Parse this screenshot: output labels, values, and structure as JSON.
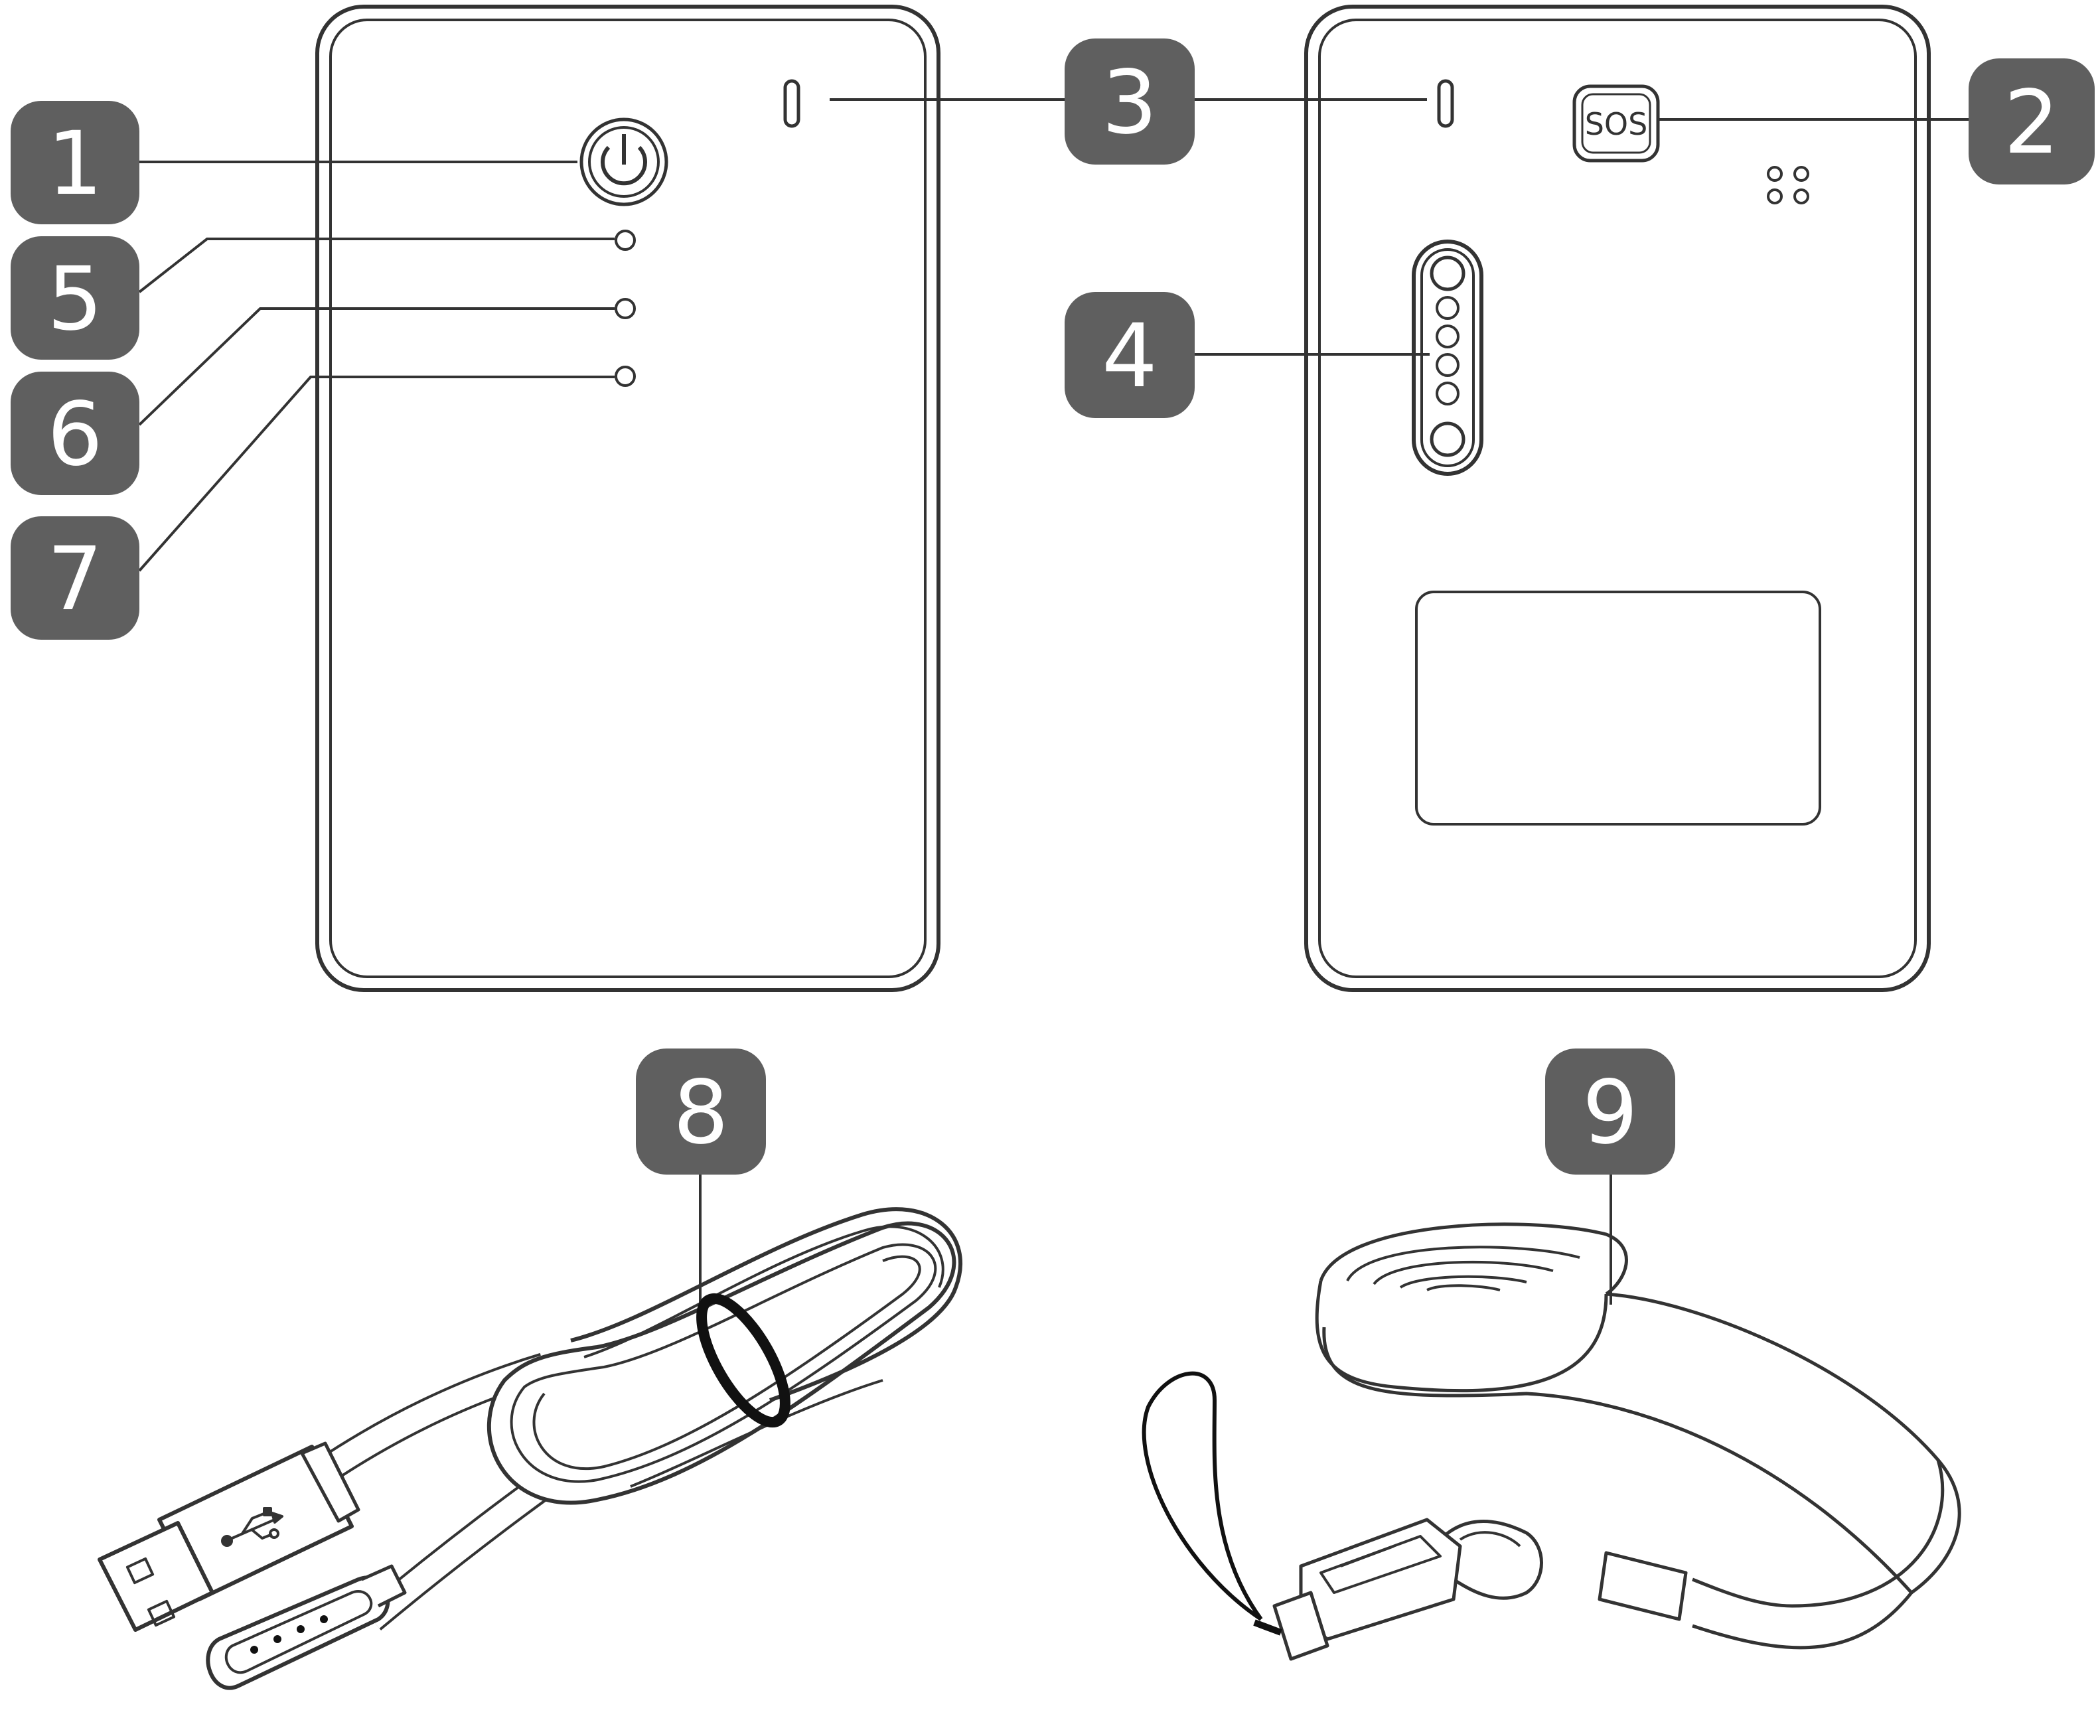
{
  "badges": {
    "b1": "1",
    "b2": "2",
    "b3": "3",
    "b4": "4",
    "b5": "5",
    "b6": "6",
    "b7": "7",
    "b8": "8",
    "b9": "9"
  },
  "device_back": {
    "sos_label": "SOS"
  },
  "icons": {
    "power": "power-icon",
    "usb": "usb-symbol-icon"
  },
  "colors": {
    "badge_fill": "#5f5f5f",
    "badge_text": "#ffffff",
    "line": "#333333",
    "background": "#ffffff"
  }
}
